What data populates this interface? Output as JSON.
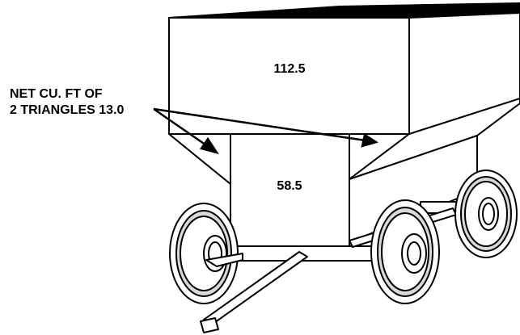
{
  "labels": {
    "upper_volume": "112.5",
    "lower_volume": "58.5",
    "triangles_line1": "NET CU. FT OF",
    "triangles_line2": "2 TRIANGLES 13.0"
  },
  "colors": {
    "ink": "#000000",
    "paper": "#ffffff",
    "tire_shade": "#d9d9d9"
  }
}
